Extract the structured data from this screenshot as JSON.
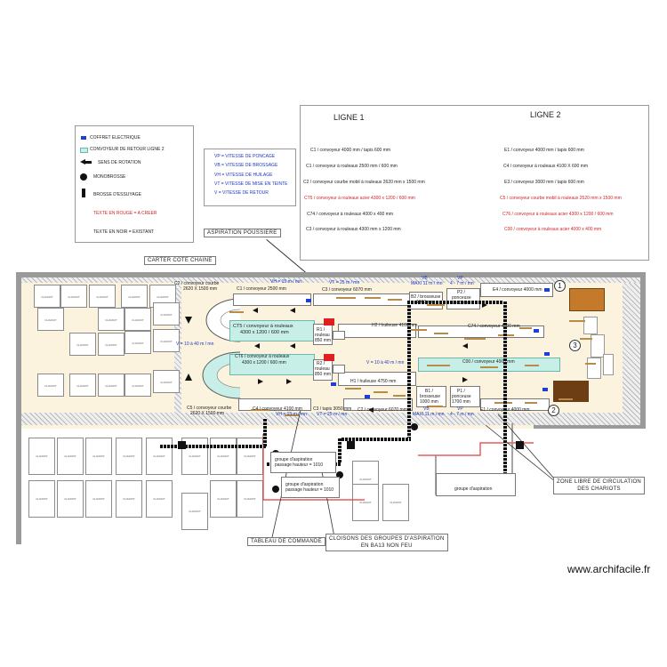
{
  "legend": {
    "coffret": "COFFRET ELECTRIQUE",
    "convoyeur_retour": "CONVOYEUR DE RETOUR LIGNE 2",
    "sens_rotation": "SENS DE ROTATION",
    "monobrosse": "MONOBROSSE",
    "brosse": "BROSSE D'ESSUYAGE",
    "texte_rouge": "TEXTE EN ROUGE = A CREER",
    "texte_noir": "TEXTE EN NOIR = EXISTANT"
  },
  "speeds": {
    "vp": "VP = VITESSE DE PONCAGE",
    "vb": "VB = VITESSE DE BROSSAGE",
    "vh": "VH = VITESSE DE HUILAGE",
    "vt": "VT = VITESSE DE MISE EN TEINTE",
    "v": "V = VITESSE DE RETOUR"
  },
  "lines_panel": {
    "ligne1": "LIGNE 1",
    "ligne2": "LIGNE 2",
    "l1_items": [
      {
        "text": "C1 / convoyeur 4000 mm / tapis 600 mm",
        "red": false
      },
      {
        "text": "C1 / convoyeur à rouleaux 2500 mm / 600 mm",
        "red": false
      },
      {
        "text": "C2 / convoyeur courbe mobil à rouleaux 2620 mm x 1500 mm",
        "red": false
      },
      {
        "text": "CT5 / convoyeur à rouleaux acier 4300 x 1200 / 600 mm",
        "red": true
      },
      {
        "text": "C74 / convoyeur à rouleaux 4000 x 400 mm",
        "red": false
      },
      {
        "text": "C3 / convoyeur  à rouleaux 4300 mm x 1200 mm",
        "red": false
      }
    ],
    "l2_items": [
      {
        "text": "E1 / convoyeur 4000 mm / tapis 600 mm",
        "red": false
      },
      {
        "text": "C4 / convoyeur à rouleaux 4100 X 600 mm",
        "red": false
      },
      {
        "text": "E3 / convoyeur 3000 mm / tapis 600 mm",
        "red": false
      },
      {
        "text": "C5 / convoyeur courbe mobil à rouleaux 2520 mm x 1500 mm",
        "red": true
      },
      {
        "text": "C76 / convoyeur à rouleaux acier 4300 x 1200 / 600 mm",
        "red": true
      },
      {
        "text": "C00 / convoyeur à rouleaux acier 4000 x 400 mm",
        "red": true
      }
    ]
  },
  "callouts": {
    "aspiration": "ASPIRATION POUSSIERE",
    "carter": "CARTER COTE CHAINE",
    "tableau": "TABLEAU DE COMMANDE",
    "cloisons_l1": "CLOISONS DES GROUPES D'ASPIRATION",
    "cloisons_l2": "EN BA13 NON FEU",
    "zone_l1": "ZONE LIBRE DE CIRCULATION",
    "zone_l2": "DES CHARIOTS"
  },
  "plan": {
    "c2_l1": "C2 / convoyeur courbe",
    "c2_l2": "2620 X 1500 mm",
    "c1_top": "C1 / convoyeur 2500 mm",
    "vh_top": "VH = 15 m / mn",
    "vt_top": "VT = 25 m / mn",
    "c3_top": "C3 / convoyeur 6070 mm",
    "vb_top": "VB",
    "maxi_top": "MAXI 11 m / mn",
    "vp_top": "VP",
    "vp_range_top": "4 - 7 m / mn",
    "b2_l1": "B2 / brosseuse",
    "b2_l2": "1000 mm",
    "p2_l1": "P2 /",
    "p2_l2": "ponceuse",
    "p2_l3": "2340 mm",
    "e4": "E4 / convoyeur 4000 mm",
    "ct5_l1": "CT5 / convoyeur à rouleaux",
    "ct5_l2": "4300 x 1200 / 600 mm",
    "r1_l1": "R1 /",
    "r1_l2": "rouleau",
    "r1_l3": "850 mm",
    "h2": "H2 / huileuse 4100 mm",
    "c74": "C74 / convoyeur 4000 mm",
    "v_left": "V = 10 à 40 m / mn",
    "ct6_l1": "CT6 / convoyeur à rouleaux",
    "ct6_l2": "4300 x 1200 / 600 mm",
    "r2_l1": "R2 /",
    "r2_l2": "rouleau",
    "r2_l3": "850 mm",
    "v_mid": "V = 10 à 40 m / mn",
    "c00": "C00 / convoyeur 4000 mm",
    "h1": "H1 / huileuse 4750 mm",
    "b1_l1": "B1 /",
    "b1_l2": "brosseuse",
    "b1_l3": "1000 mm",
    "p1_l1": "P1 /",
    "p1_l2": "ponceuse",
    "p1_l3": "1700 mm",
    "c5_l1": "C5 / convoyeur courbe",
    "c5_l2": "2620 X 1500 mm",
    "c4": "C4 / convoyeur 4100 mm",
    "c3_bot": "C3 / tapis 3050 mm",
    "c2_bot": "C2 / convoyeur 6070 mm",
    "vh_bot": "VH = 15 m / mn",
    "vt_bot": "VT = 25 m / mn",
    "vb_bot": "VB",
    "maxi_bot": "MAXI 11 m / mn",
    "vp_bot": "VP",
    "vp_range_bot": "4 - 7 m / mn",
    "e1": "E1 / convoyeur 4000 mm",
    "g1_l1": "groupe d'aspiration",
    "g1_l2": "passage hauteur = 1010",
    "g2_l1": "groupe d'aspiration",
    "g2_l2": "passage hauteur = 1010",
    "g3": "groupe d'aspiration",
    "n1": "1",
    "n2": "2",
    "n3": "3",
    "cart": "CHARIOT"
  },
  "watermark": "www.archifacile.fr",
  "colors": {
    "coffret": "#1d3fd6",
    "text_red": "#d21f1f",
    "speed_blue": "#1c36c0",
    "retour": "#c8eee8"
  }
}
